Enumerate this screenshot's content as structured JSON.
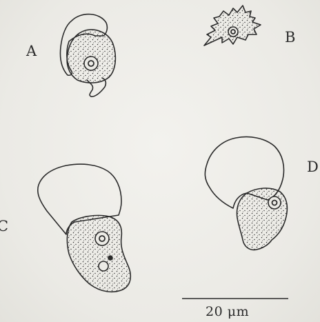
{
  "labels": {
    "a": "A",
    "b": "B",
    "c": "C",
    "d": "D"
  },
  "scale_bar": {
    "text": "20 μm"
  },
  "colors": {
    "ink": "#2a2a2a",
    "paper": "#ecebe6"
  }
}
